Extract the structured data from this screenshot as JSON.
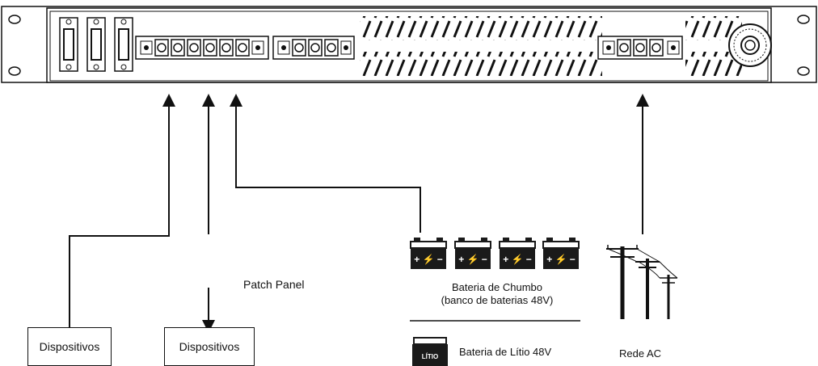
{
  "labels": {
    "patch_panel": "Patch Panel",
    "device_left": "Dispositivos",
    "device_right": "Dispositivos",
    "lead_battery_line1": "Bateria de Chumbo",
    "lead_battery_line2": "(banco de baterias 48V)",
    "lithium_battery": "Bateria de Lítio 48V",
    "lithium_tag": "LÍTIO",
    "ac_grid": "Rede AC",
    "battery_terminals": "+ ⚡ −"
  },
  "colors": {
    "line": "#111111",
    "battery_fill": "#1a1a1a",
    "panel_fill": "#ffffff"
  },
  "icons": [
    "rack-unit",
    "battery-bank",
    "lithium-battery-icon",
    "power-pole-icon",
    "arrow-up-icon",
    "arrow-down-icon"
  ]
}
